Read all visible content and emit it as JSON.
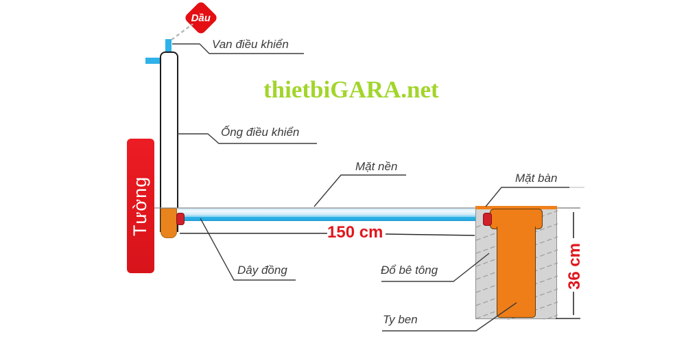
{
  "watermark": {
    "text": "thietbiGARA.net",
    "color": "#a2d52b"
  },
  "labels": {
    "oil": "Dầu",
    "control_valve": "Van điều khiển",
    "control_pipe": "Ống điều khiển",
    "floor_surface": "Mặt nền",
    "table_top": "Mặt bàn",
    "copper_wire": "Dây đồng",
    "pour_concrete": "Đổ bê tông",
    "piston_rod": "Ty ben",
    "wall": "Tường"
  },
  "dimensions": {
    "span_length": "150 cm",
    "foundation_depth": "36 cm"
  },
  "colors": {
    "wall_red": "#e0161d",
    "oil_diamond_red": "#e30f13",
    "pipe_blue": "#29ade4",
    "hydraulic_orange": "#ef7d18",
    "dimension_red": "#e0171e",
    "concrete_gray": "#d4d4d4",
    "label_gray": "#3a3a3a"
  }
}
